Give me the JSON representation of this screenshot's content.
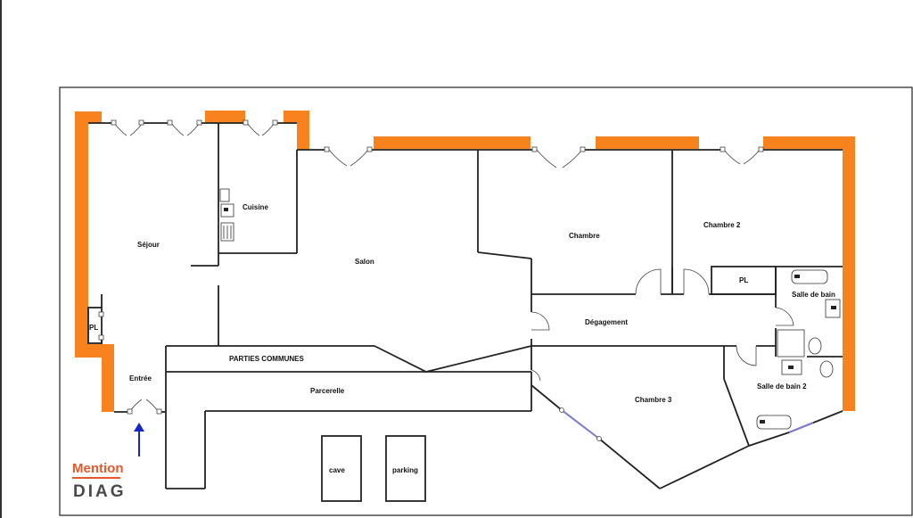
{
  "plan": {
    "rooms": {
      "sejour": "Séjour",
      "cuisine": "Cuisine",
      "salon": "Salon",
      "chambre": "Chambre",
      "chambre2": "Chambre 2",
      "pl_left": "PL",
      "pl_right": "PL",
      "salle_de_bain": "Salle de bain",
      "degagement": "Dégagement",
      "entree": "Entrée",
      "parties_communes": "PARTIES COMMUNES",
      "parcerelle": "Parcerelle",
      "chambre3": "Chambre 3",
      "salle_de_bain2": "Salle de bain 2",
      "cave": "cave",
      "parking": "parking"
    }
  },
  "logo": {
    "line1": "Mention",
    "line2": "DIAG"
  },
  "colors": {
    "wall_orange": "#f7821e",
    "wall_line": "#222222",
    "logo_orange": "#e8582a",
    "logo_dark": "#4a4a4a",
    "arrow_blue": "#1428c8",
    "window_purple": "#7a7ad0"
  }
}
